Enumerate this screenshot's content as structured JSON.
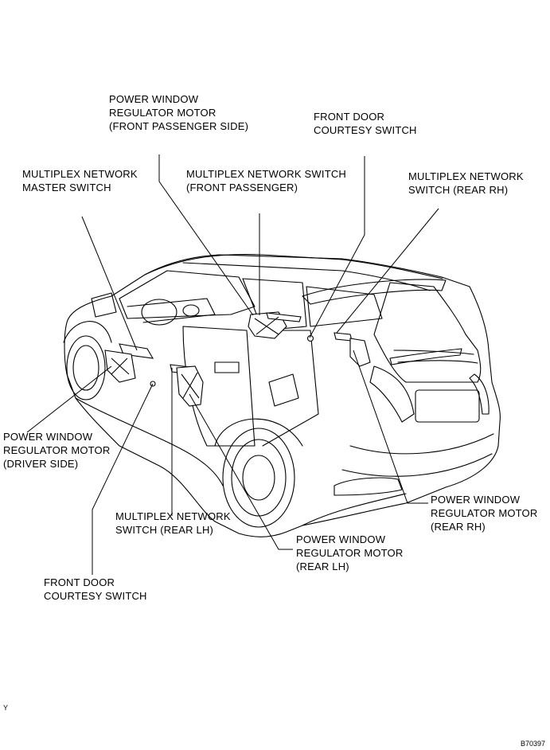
{
  "labels": {
    "pw_front_passenger": "POWER WINDOW\nREGULATOR MOTOR\n(FRONT PASSENGER SIDE)",
    "front_door_courtesy_top": "FRONT DOOR\nCOURTESY SWITCH",
    "master_switch": "MULTIPLEX NETWORK\nMASTER SWITCH",
    "switch_front_passenger": "MULTIPLEX NETWORK SWITCH\n(FRONT PASSENGER)",
    "switch_rear_rh": "MULTIPLEX NETWORK\nSWITCH (REAR RH)",
    "pw_driver": "POWER WINDOW\nREGULATOR MOTOR\n(DRIVER SIDE)",
    "pw_rear_rh": "POWER WINDOW\nREGULATOR MOTOR\n(REAR RH)",
    "switch_rear_lh": "MULTIPLEX NETWORK\nSWITCH (REAR LH)",
    "pw_rear_lh": "POWER WINDOW\nREGULATOR MOTOR\n(REAR LH)",
    "front_door_courtesy_bottom": "FRONT DOOR\nCOURTESY SWITCH"
  },
  "corner_mark": "Y",
  "figure_code": "B70397"
}
